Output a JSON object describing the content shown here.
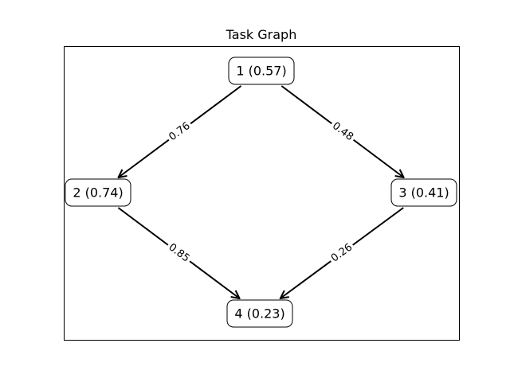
{
  "figure": {
    "title": "Task Graph"
  },
  "graph": {
    "nodes": [
      {
        "id": "1",
        "label": "1 (0.57)",
        "value": 0.57
      },
      {
        "id": "2",
        "label": "2 (0.74)",
        "value": 0.74
      },
      {
        "id": "3",
        "label": "3 (0.41)",
        "value": 0.41
      },
      {
        "id": "4",
        "label": "4 (0.23)",
        "value": 0.23
      }
    ],
    "edges": [
      {
        "from": "1",
        "to": "2",
        "label": "0.76",
        "weight": 0.76
      },
      {
        "from": "1",
        "to": "3",
        "label": "0.48",
        "weight": 0.48
      },
      {
        "from": "2",
        "to": "4",
        "label": "0.85",
        "weight": 0.85
      },
      {
        "from": "3",
        "to": "4",
        "label": "0.26",
        "weight": 0.26
      }
    ],
    "edge_color": "#000000",
    "node_border_color": "#000000",
    "node_fill_color": "#ffffff"
  }
}
